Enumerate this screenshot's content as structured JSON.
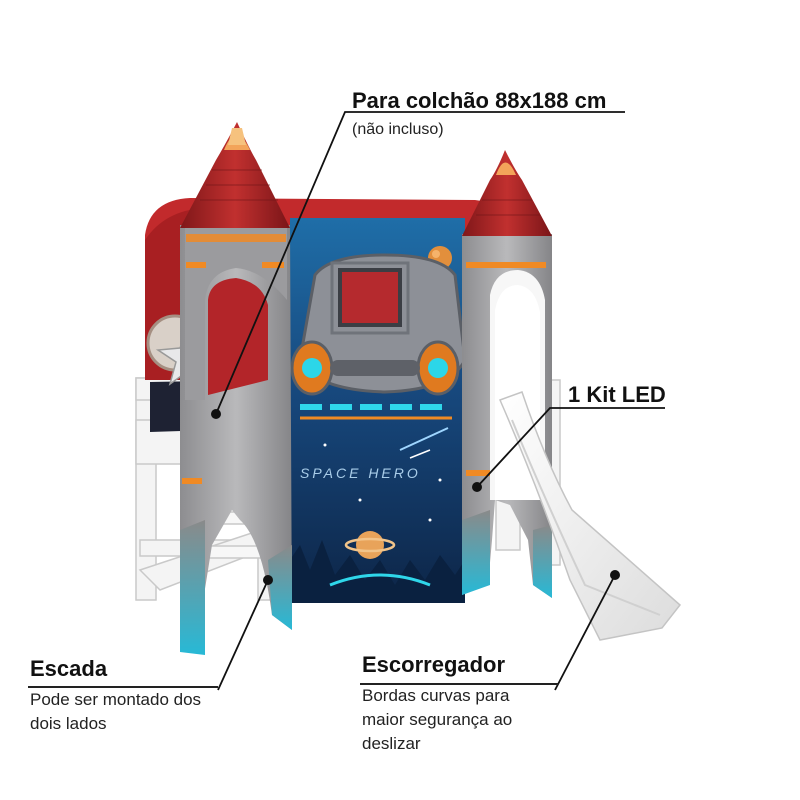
{
  "callouts": {
    "mattress": {
      "title": "Para colchão 88x188 cm",
      "note": "(não incluso)"
    },
    "led": {
      "title": "1 Kit LED"
    },
    "ladder": {
      "title": "Escada",
      "note_line1": "Pode ser montado dos",
      "note_line2": "dois lados"
    },
    "slide": {
      "title": "Escorregador",
      "note_line1": "Bordas curvas para",
      "note_line2": "maior segurança ao",
      "note_line3": "deslizar"
    }
  },
  "curtain": {
    "print_text": "SPACE HERO"
  },
  "colors": {
    "tower_red": "#b3262a",
    "tower_gray": "#9a9a9c",
    "curtain_blue": "#1d4f86",
    "frame_white": "#f2f2f2",
    "accent_orange": "#f08a24"
  }
}
